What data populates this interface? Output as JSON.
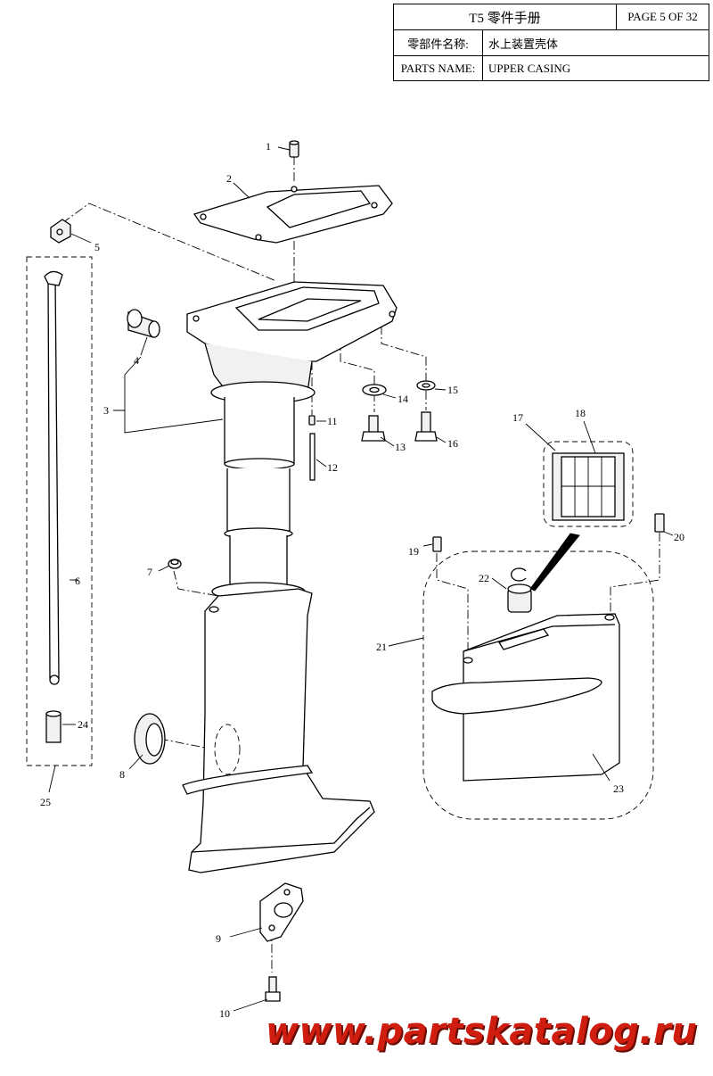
{
  "header": {
    "title": "T5 零件手册",
    "page": "PAGE 5 OF 32",
    "cn_label": "零部件名称:",
    "cn_value": "水上装置壳体",
    "en_label": "PARTS NAME:",
    "en_value": "UPPER CASING"
  },
  "callouts": [
    "1",
    "2",
    "3",
    "4",
    "5",
    "6",
    "7",
    "8",
    "9",
    "10",
    "11",
    "12",
    "13",
    "14",
    "15",
    "16",
    "17",
    "18",
    "19",
    "20",
    "21",
    "22",
    "23",
    "24",
    "25"
  ],
  "watermark": "www.partskatalog.ru"
}
